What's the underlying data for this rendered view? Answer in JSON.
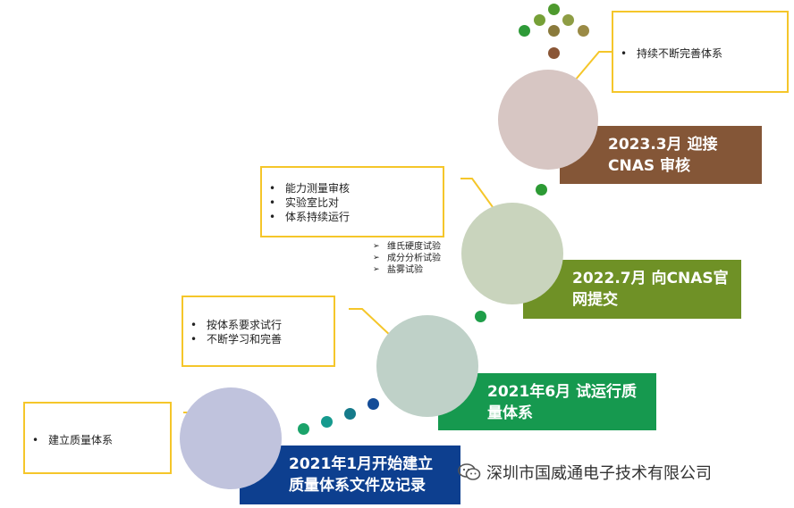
{
  "stages": [
    {
      "line1": "2021年1月开始建立",
      "line2": "质量体系文件及记录",
      "color": "#0d3f8f",
      "circle_color": "#c0c3dd"
    },
    {
      "line1": "2021年6月 试运行质",
      "line2": "量体系",
      "color": "#16994f",
      "circle_color": "#bfd1c8"
    },
    {
      "line1": "2022.7月 向CNAS官",
      "line2": "网提交",
      "color": "#6f9126",
      "circle_color": "#c9d4bd"
    },
    {
      "line1": "2023.3月 迎接",
      "line2": "CNAS 审核",
      "color": "#845637",
      "circle_color": "#d7c6c3"
    }
  ],
  "notes": [
    {
      "items": [
        "建立质量体系"
      ]
    },
    {
      "items": [
        "按体系要求试行",
        "不断学习和完善"
      ]
    },
    {
      "items": [
        "能力测量审核",
        "实验室比对",
        "体系持续运行"
      ]
    },
    {
      "items": [
        "持续不断完善体系"
      ]
    }
  ],
  "tests": [
    "维氏硬度试验",
    "成分分析试验",
    "盐雾试验"
  ],
  "bullet_char": "•",
  "arrow_char": "➢",
  "watermark": {
    "text": "深圳市国威通电子技术有限公司",
    "icon": "wechat-icon"
  }
}
